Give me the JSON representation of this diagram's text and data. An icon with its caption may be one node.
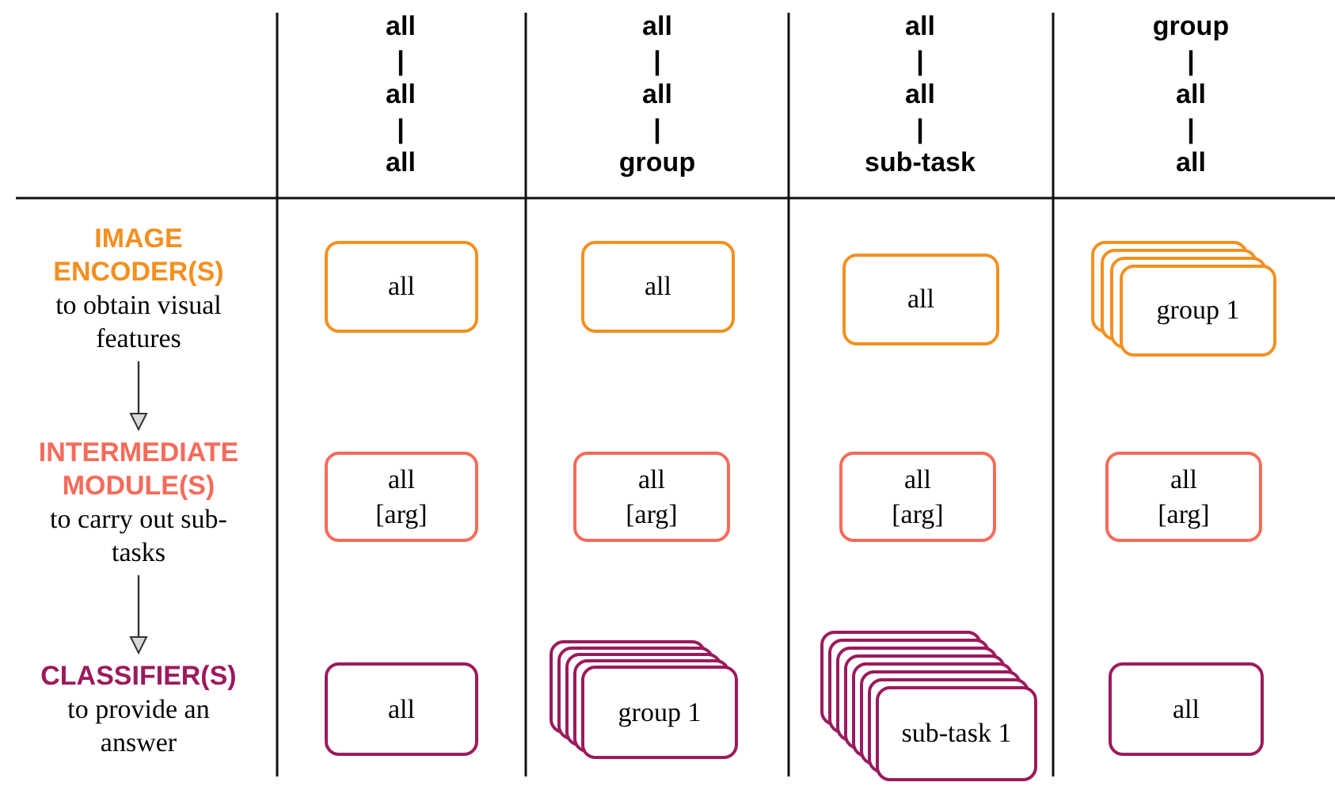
{
  "diagram": {
    "nodes": [
      {
        "text": [
          "IMAGE ENCODER(S)",
          "to obtain visual features"
        ]
      },
      {
        "text": [
          "all"
        ]
      },
      {
        "text": [
          "all"
        ]
      },
      {
        "text": [
          "all"
        ]
      },
      {
        "text": [
          "group 1"
        ]
      },
      {
        "text": [
          "INTERMEDIATE MODULE(S)",
          "to carry out sub-tasks"
        ]
      },
      {
        "text": [
          "all [arg]"
        ]
      },
      {
        "text": [
          "all [arg]"
        ]
      },
      {
        "text": [
          "all [arg]"
        ]
      },
      {
        "text": [
          "all [arg]"
        ]
      },
      {
        "text": [
          "CLASSIFIER(S)",
          "to provide an answer"
        ]
      },
      {
        "text": [
          "all"
        ]
      },
      {
        "text": [
          "group 1"
        ]
      },
      {
        "text": [
          "sub-task 1"
        ]
      },
      {
        "text": [
          "all"
        ]
      }
    ],
    "edges": [
      {
        "from": 0,
        "to": 5,
        "arrow": "to"
      },
      {
        "from": 5,
        "to": 10,
        "arrow": "to"
      }
    ],
    "labels": [
      "all",
      "|",
      "all",
      "|",
      "all",
      "all",
      "|",
      "all",
      "|",
      "group",
      "all",
      "|",
      "all",
      "|",
      "sub-task",
      "group",
      "|",
      "all",
      "|",
      "all"
    ]
  }
}
